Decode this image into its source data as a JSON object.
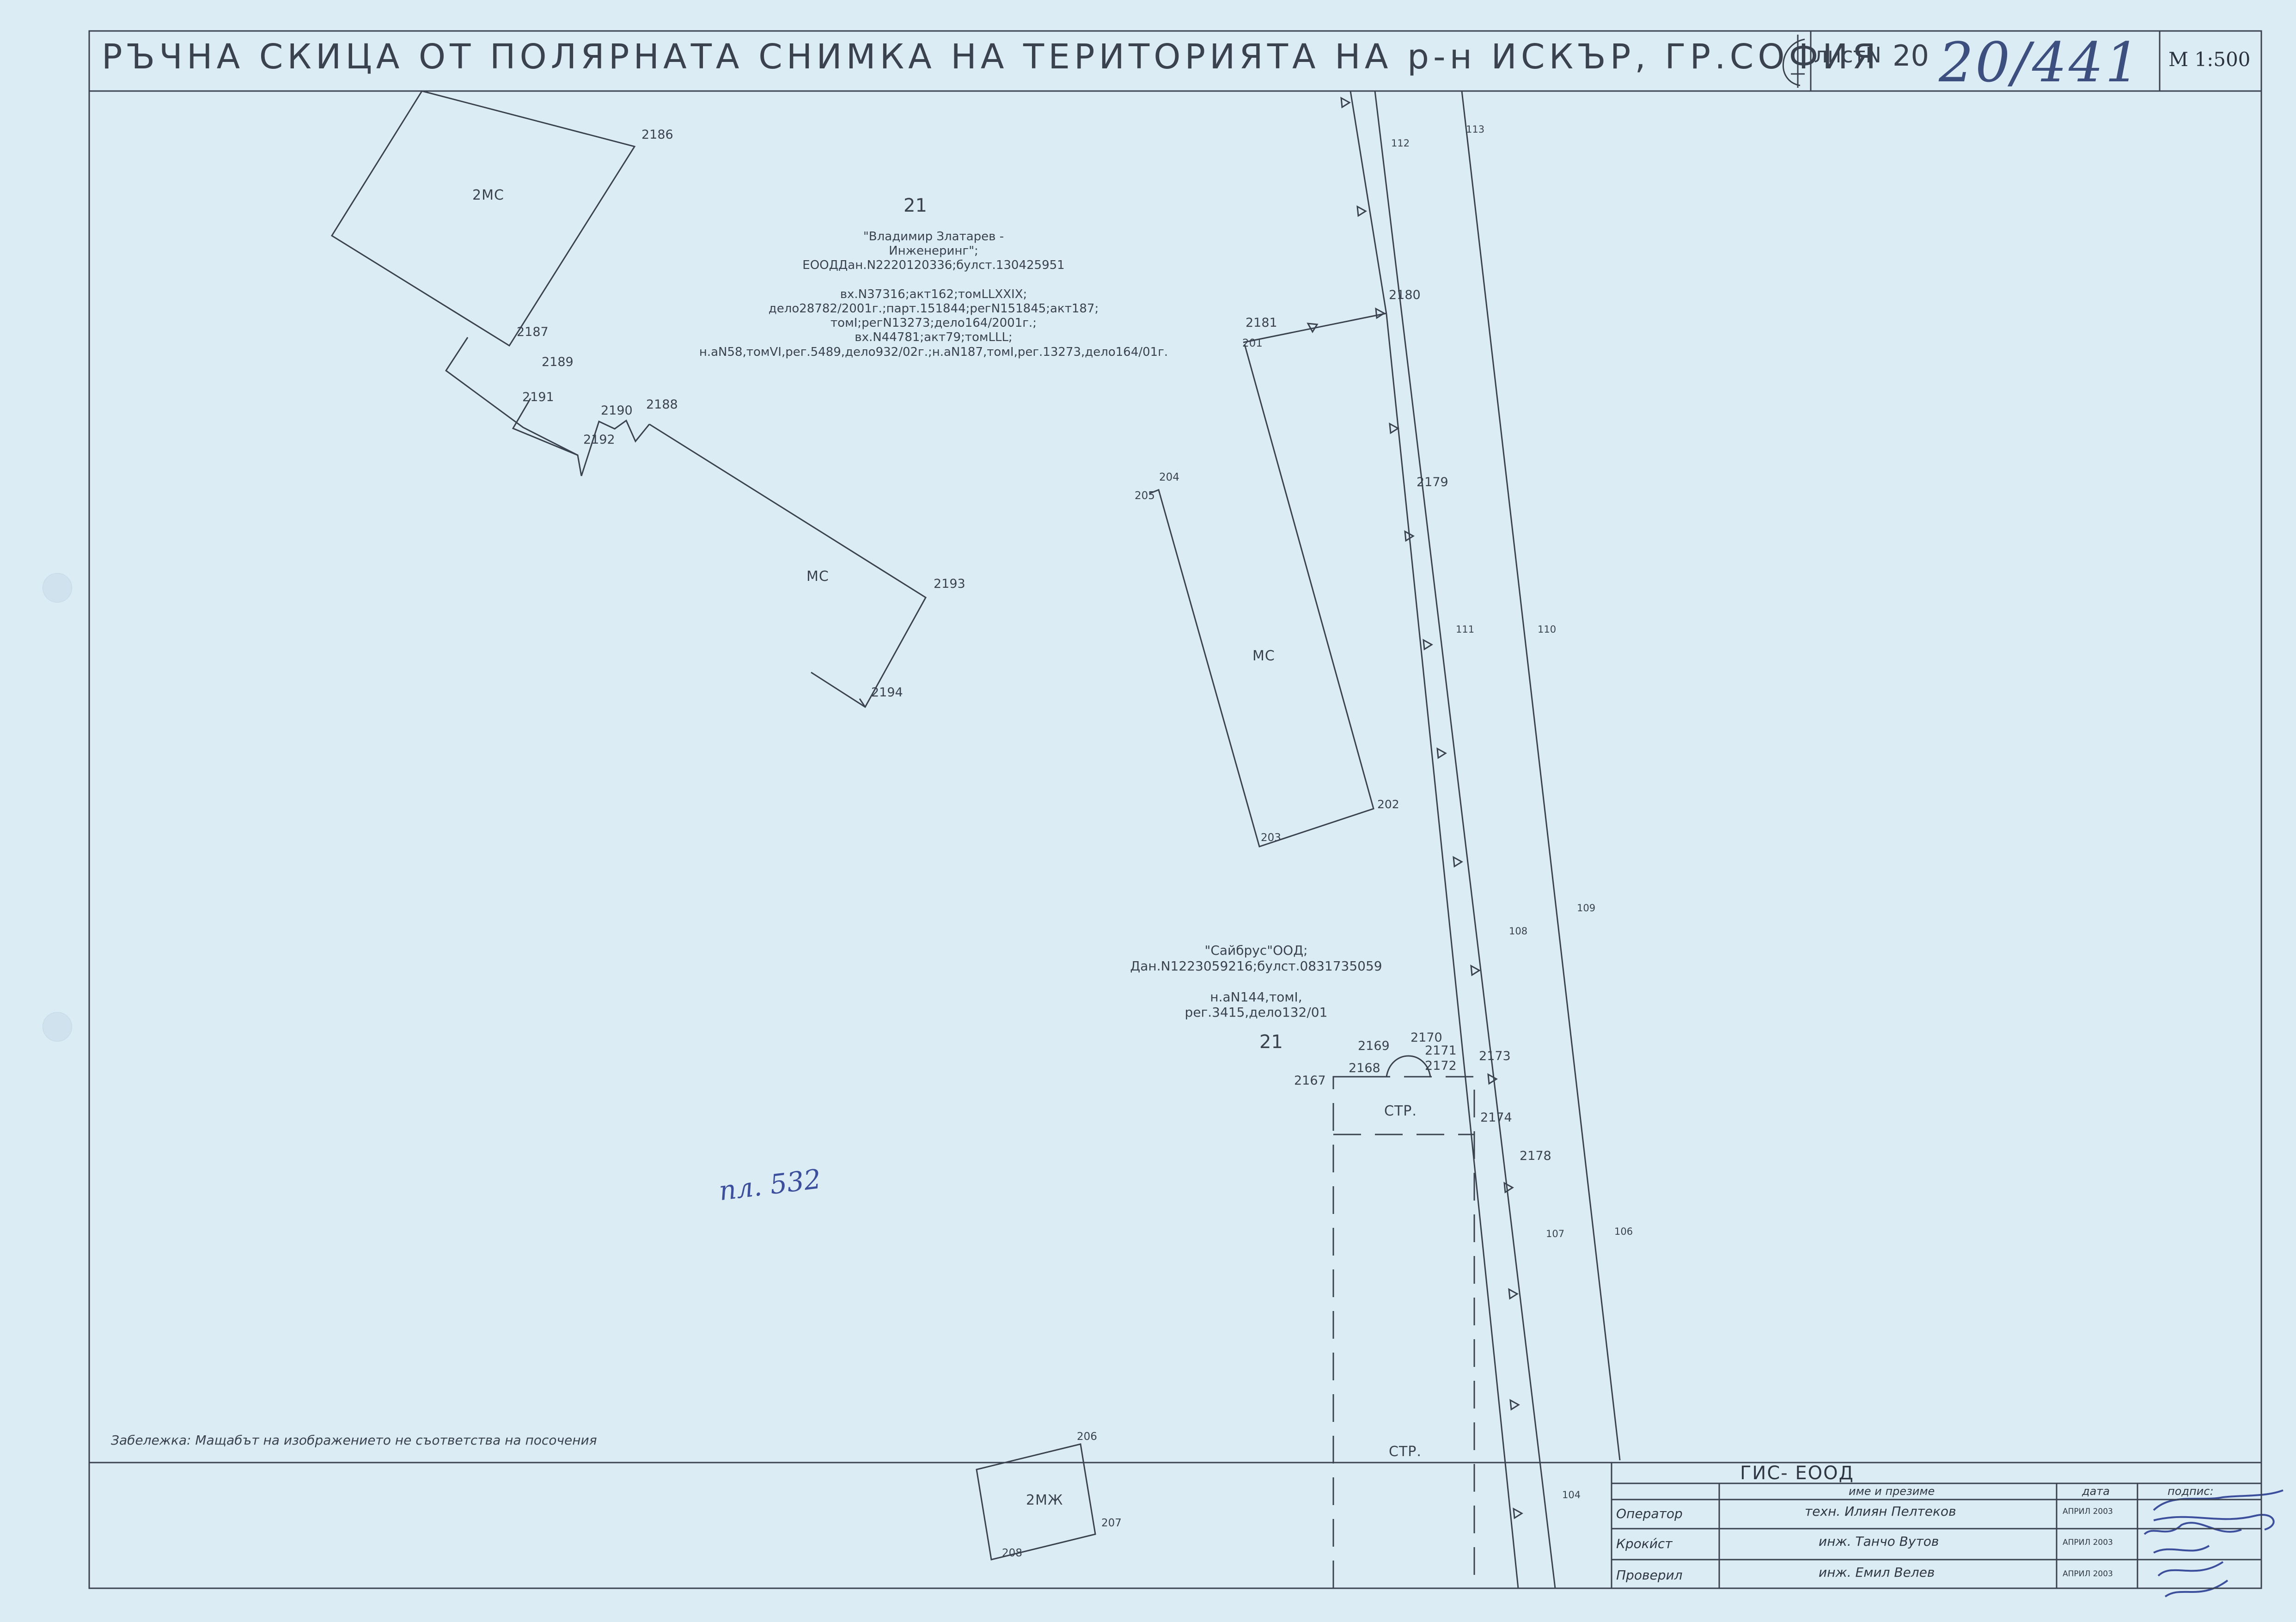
{
  "header": {
    "title": "РЪЧНА СКИЦА ОТ ПОЛЯРНАТА СНИМКА НА ТЕРИТОРИЯТА НА р-н ИСКЪР, ГР.СОФИЯ",
    "sheet_label": "листN",
    "sheet_number": "20",
    "sheet_handwritten": "20/441",
    "scale": "М 1:500"
  },
  "point_labels": {
    "p2186": "2186",
    "p2187": "2187",
    "p2189": "2189",
    "p2191": "2191",
    "p2190": "2190",
    "p2188": "2188",
    "p2192": "2192",
    "p2193": "2193",
    "p2194": "2194",
    "p2180": "2180",
    "p2181": "2181",
    "p201": "201",
    "p204": "204",
    "p205": "205",
    "p2179": "2179",
    "p202": "202",
    "p203": "203",
    "p112": "112",
    "p113": "113",
    "p111": "111",
    "p110": "110",
    "p108": "108",
    "p109": "109",
    "p107": "107",
    "p106": "106",
    "p104": "104",
    "p2170": "2170",
    "p2169": "2169",
    "p2171": "2171",
    "p2173": "2173",
    "p2168": "2168",
    "p2172": "2172",
    "p2167": "2167",
    "p2174": "2174",
    "p2178": "2178",
    "p206": "206",
    "p207": "207",
    "p208": "208"
  },
  "building_labels": {
    "b_2mc": "2МС",
    "b_mc1": "МС",
    "b_mc2": "МС",
    "b_2mzh": "2МЖ",
    "b_str1": "СТР.",
    "b_str2": "СТР."
  },
  "parcel_21a": {
    "number": "21",
    "lines": [
      "\"Владимир Златарев -",
      "Инженеринг\";",
      "ЕООДДан.N2220120336;булст.130425951",
      "",
      "вх.N37316;акт162;томLLXXIX;",
      "дело28782/2001г.;парт.151844;регN151845;акт187;",
      "томI;регN13273;дело164/2001г.;",
      "вх.N44781;акт79;томLLL;",
      "н.аN58,томVI,рег.5489,дело932/02г.;н.аN187,томI,рег.13273,дело164/01г."
    ]
  },
  "parcel_21b": {
    "number": "21",
    "lines": [
      "\"Сайбрус\"ООД;",
      "Дан.N1223059216;булст.0831735059",
      "",
      "н.аN144,томI,",
      "рег.3415,дело132/01"
    ]
  },
  "handwritten_note": "пл. 532",
  "footnote": "Забележка: Мащабът на изображението не съответства на посочения",
  "title_block": {
    "company": "ГИС- ЕООД",
    "col_name": "име и презиме",
    "col_date": "дата",
    "col_sign": "подпис:",
    "rows": [
      {
        "role": "Оператор",
        "name": "техн. Илиян Пелтеков",
        "date": "АПРИЛ 2003"
      },
      {
        "role": "Кроки́ст",
        "name": "инж. Танчо Вутов",
        "date": "АПРИЛ 2003"
      },
      {
        "role": "Проверил",
        "name": "инж. Емил Велев",
        "date": "АПРИЛ 2003"
      }
    ]
  },
  "colors": {
    "paper": "#dcecf4",
    "ink": "#3a4250",
    "pen": "#3c4f9c"
  }
}
